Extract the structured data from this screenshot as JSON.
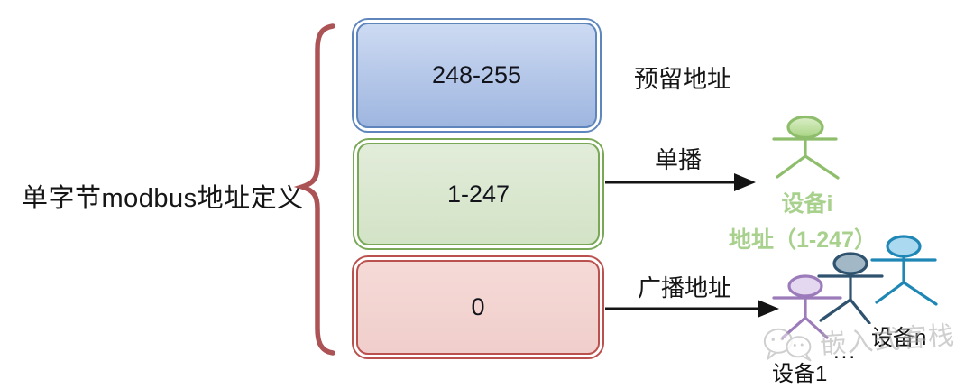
{
  "diagram": {
    "main_label": "单字节modbus地址定义",
    "brace_color": "#AC5356",
    "boxes": [
      {
        "name": "reserved",
        "range": "248-255",
        "side_label": "预留地址",
        "border_color": "#5E86BC",
        "fill_top": "#CDDAF2",
        "fill_bottom": "#9FB6DF"
      },
      {
        "name": "unicast",
        "range": "1-247",
        "arrow_label": "单播",
        "border_color": "#79A857",
        "fill_top": "#E2ECDA",
        "fill_bottom": "#D3E3C6"
      },
      {
        "name": "broadcast",
        "range": "0",
        "arrow_label": "广播地址",
        "border_color": "#BB514E",
        "fill_top": "#F5DAD7",
        "fill_bottom": "#F0CECB"
      }
    ],
    "unicast_target": {
      "device_label": "设备i",
      "address_label": "地址（1-247）",
      "text_color": "#A9D18E",
      "actor_color": "#8EBE6C"
    },
    "broadcast_targets": {
      "device1_label": "设备1",
      "ellipsis": "...",
      "device_n_label": "设备n",
      "actor_colors": [
        "#9C7BBB",
        "#2F526E",
        "#1F87B5"
      ]
    },
    "arrow_color": "#141414",
    "watermark": {
      "text": "嵌入式客栈"
    }
  }
}
